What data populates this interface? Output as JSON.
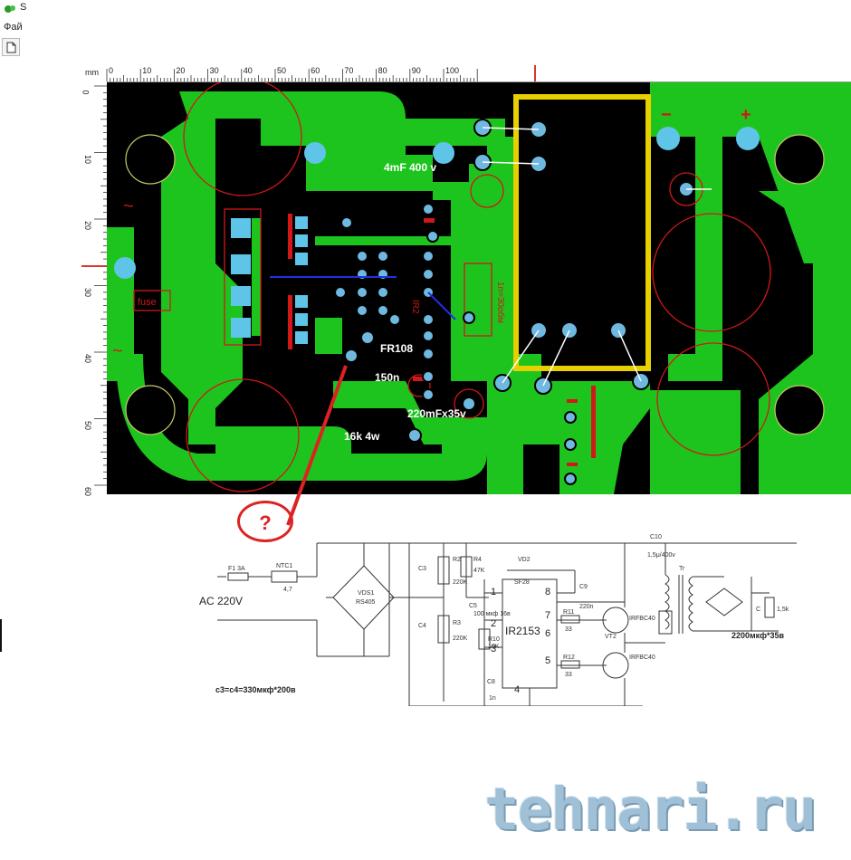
{
  "app": {
    "title": "S",
    "menu_file": "Фай"
  },
  "ruler": {
    "unit": "mm",
    "x_ticks": [
      "0",
      "10",
      "20",
      "30",
      "40",
      "50",
      "60",
      "70",
      "80",
      "90",
      "100"
    ],
    "y_ticks": [
      "0",
      "10",
      "20",
      "30",
      "40",
      "50",
      "60"
    ]
  },
  "pcb": {
    "labels": {
      "cap_4mf": "4mF 400 v",
      "fr108": "FR108",
      "c150n": "150n",
      "cap_220mf": "220mFx35v",
      "r16k": "16k 4w",
      "fuse": "fuse",
      "ir": "IR2",
      "transformer_turns": "1n=30обм",
      "minus": "−",
      "plus": "+"
    },
    "colors": {
      "board": "#000000",
      "copper": "#1ec41e",
      "pad": "#5ec4e8",
      "outline": "#e8d000",
      "silk": "#d01818"
    }
  },
  "annotation": {
    "question_mark": "?"
  },
  "schematic": {
    "ac_label": "AC 220V",
    "fuse": "F1  3A",
    "ntc": "NTC1",
    "ntc_value": "4,7",
    "bridge": "VDS1",
    "bridge_part": "RS405",
    "c3": "C3",
    "c4": "C4",
    "r2": "R2",
    "r2_val": "220K",
    "r3": "R3",
    "r3_val": "220K",
    "r4": "R4",
    "r4_val": "47K",
    "vd2": "VD2",
    "vd2_part": "SF28",
    "c5": "C5",
    "c5_val": "100 мкф 16в",
    "r10": "R10",
    "r10_val": "10K",
    "c8": "C8",
    "c8_val": "1n",
    "ic": "IR2153",
    "pins": [
      "1",
      "2",
      "3",
      "4",
      "5",
      "6",
      "7",
      "8"
    ],
    "c9": "C9",
    "c9_val": "220n",
    "r11": "R11",
    "r11_val": "33",
    "r12": "R12",
    "r12_val": "33",
    "vt1": "IRFBC40",
    "vt1_ref": "VT2",
    "vt2": "IRFBC40",
    "c10": "C10",
    "c10_val": "1,5μ/400v",
    "tr": "Tr",
    "out_c": "C",
    "out_r": "1,5k",
    "out_cap": "2200мкф*35в",
    "c3c4_note": "с3=с4=330мкф*200в"
  },
  "watermark": "tehnari.ru"
}
